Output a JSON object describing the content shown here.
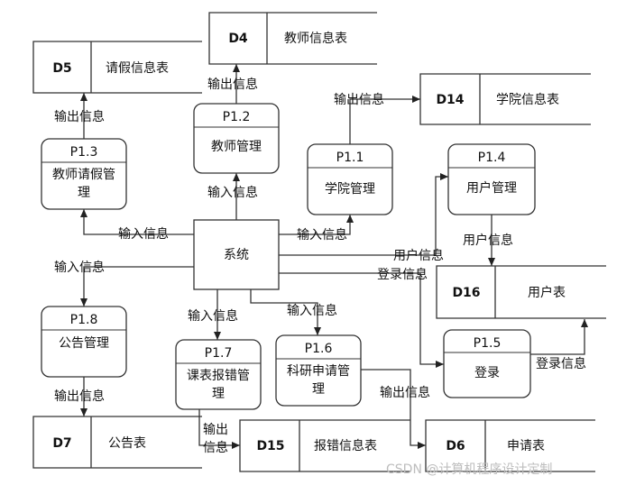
{
  "system": {
    "label": "系统"
  },
  "processes": {
    "p11": {
      "id": "P1.1",
      "name": "学院管理"
    },
    "p12": {
      "id": "P1.2",
      "name": "教师管理"
    },
    "p13": {
      "id": "P1.3",
      "name_line1": "教师请假管",
      "name_line2": "理"
    },
    "p14": {
      "id": "P1.4",
      "name": "用户管理"
    },
    "p15": {
      "id": "P1.5",
      "name": "登录"
    },
    "p16": {
      "id": "P1.6",
      "name_line1": "科研申请管",
      "name_line2": "理"
    },
    "p17": {
      "id": "P1.7",
      "name_line1": "课表报错管",
      "name_line2": "理"
    },
    "p18": {
      "id": "P1.8",
      "name": "公告管理"
    }
  },
  "stores": {
    "d4": {
      "id": "D4",
      "name": "教师信息表"
    },
    "d5": {
      "id": "D5",
      "name": "请假信息表"
    },
    "d6": {
      "id": "D6",
      "name": "申请表"
    },
    "d7": {
      "id": "D7",
      "name": "公告表"
    },
    "d14": {
      "id": "D14",
      "name": "学院信息表"
    },
    "d15": {
      "id": "D15",
      "name": "报错信息表"
    },
    "d16": {
      "id": "D16",
      "name": "用户表"
    }
  },
  "flows": {
    "in_p13": "输入信息",
    "in_p12": "输入信息",
    "in_p11": "输入信息",
    "in_p18": "输入信息",
    "in_p17": "输入信息",
    "in_p16": "输入信息",
    "user_info_sys": "用户信息",
    "login_info_sys": "登录信息",
    "user_info_p14": "用户信息",
    "login_info_p15": "登录信息",
    "out_p13": "输出信息",
    "out_p12": "输出信息",
    "out_p11": "输出信息",
    "out_p18": "输出信息",
    "out_p16": "输出信息",
    "out_p17_line1": "输出",
    "out_p17_line2": "信息"
  },
  "watermark": "CSDN @计算机程序设计定制"
}
